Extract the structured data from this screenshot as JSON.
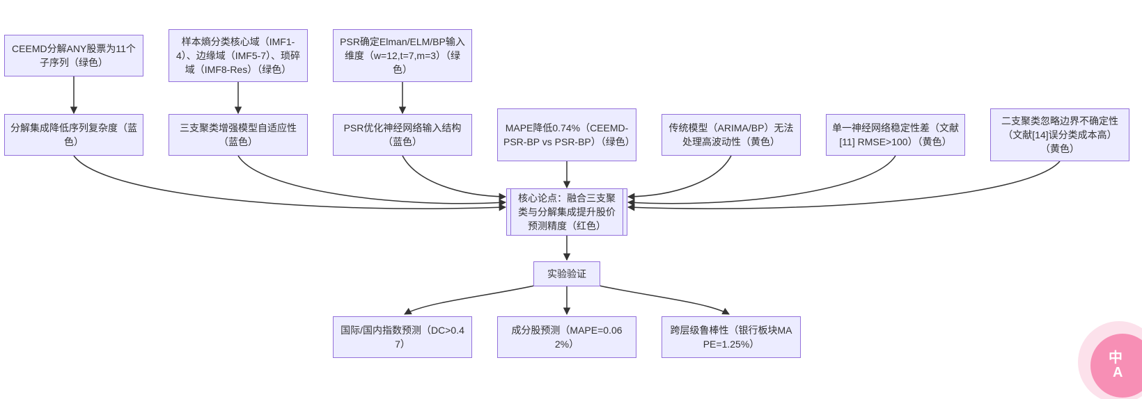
{
  "diagram": {
    "nodes": {
      "ceemd": {
        "label": "CEEMD分解ANY股票为11个子序列（绿色）"
      },
      "sample_entropy": {
        "label": "样本熵分类核心域（IMF1-4）、边缘域（IMF5-7）、琐碎域（IMF8-Res）（绿色）"
      },
      "psr_input": {
        "label": "PSR确定Elman/ELM/BP输入维度（w=12,t=7,m=3）（绿色）"
      },
      "decomp": {
        "label": "分解集成降低序列复杂度（蓝色）"
      },
      "three_way": {
        "label": "三支聚类增强模型自适应性（蓝色）"
      },
      "psr_opt": {
        "label": "PSR优化神经网络输入结构（蓝色）"
      },
      "mape_reduce": {
        "label": "MAPE降低0.74%（CEEMD-PSR-BP vs PSR-BP）（绿色）"
      },
      "traditional": {
        "label": "传统模型（ARIMA/BP）无法处理高波动性（黄色）"
      },
      "single_nn": {
        "label": "单一神经网络稳定性差（文献[11] RMSE>100）（黄色）"
      },
      "two_way": {
        "label": "二支聚类忽略边界不确定性（文献[14]误分类成本高）（黄色）"
      },
      "core": {
        "label": "核心论点：融合三支聚类与分解集成提升股价预测精度（红色）"
      },
      "experiment": {
        "label": "实验验证"
      },
      "index_pred": {
        "label": "国际/国内指数预测（DC>0.47）"
      },
      "component_pred": {
        "label": "成分股预测（MAPE=0.062%）"
      },
      "robustness": {
        "label": "跨层级鲁棒性（银行板块MAPE=1.25%）"
      }
    },
    "colors": {
      "node_fill": "#ECECFF",
      "node_border": "#9370DB",
      "edge": "#333333"
    }
  },
  "translate_badge": {
    "text_top": "中",
    "text_bottom": "A",
    "color": "#f78fb5"
  }
}
